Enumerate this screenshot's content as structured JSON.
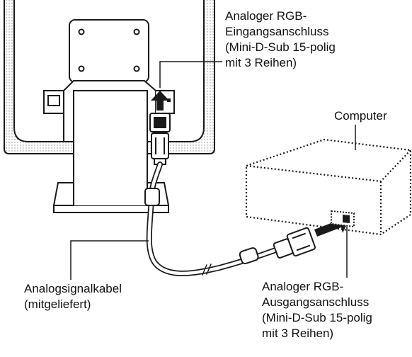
{
  "labels": {
    "input_port": [
      "Analoger RGB-",
      "Eingangsanschluss",
      "(Mini-D-Sub 15-polig",
      "mit 3 Reihen)"
    ],
    "computer": "Computer",
    "output_port": [
      "Analoger RGB-",
      "Ausgangsanschluss",
      "(Mini-D-Sub 15-polig",
      "mit 3 Reihen)"
    ],
    "cable": [
      "Analogsignalkabel",
      "(mitgeliefert)"
    ]
  },
  "colors": {
    "line": "#1a1a1a",
    "dots": "#8a8a8a",
    "cable_fill": "#ffffff"
  }
}
